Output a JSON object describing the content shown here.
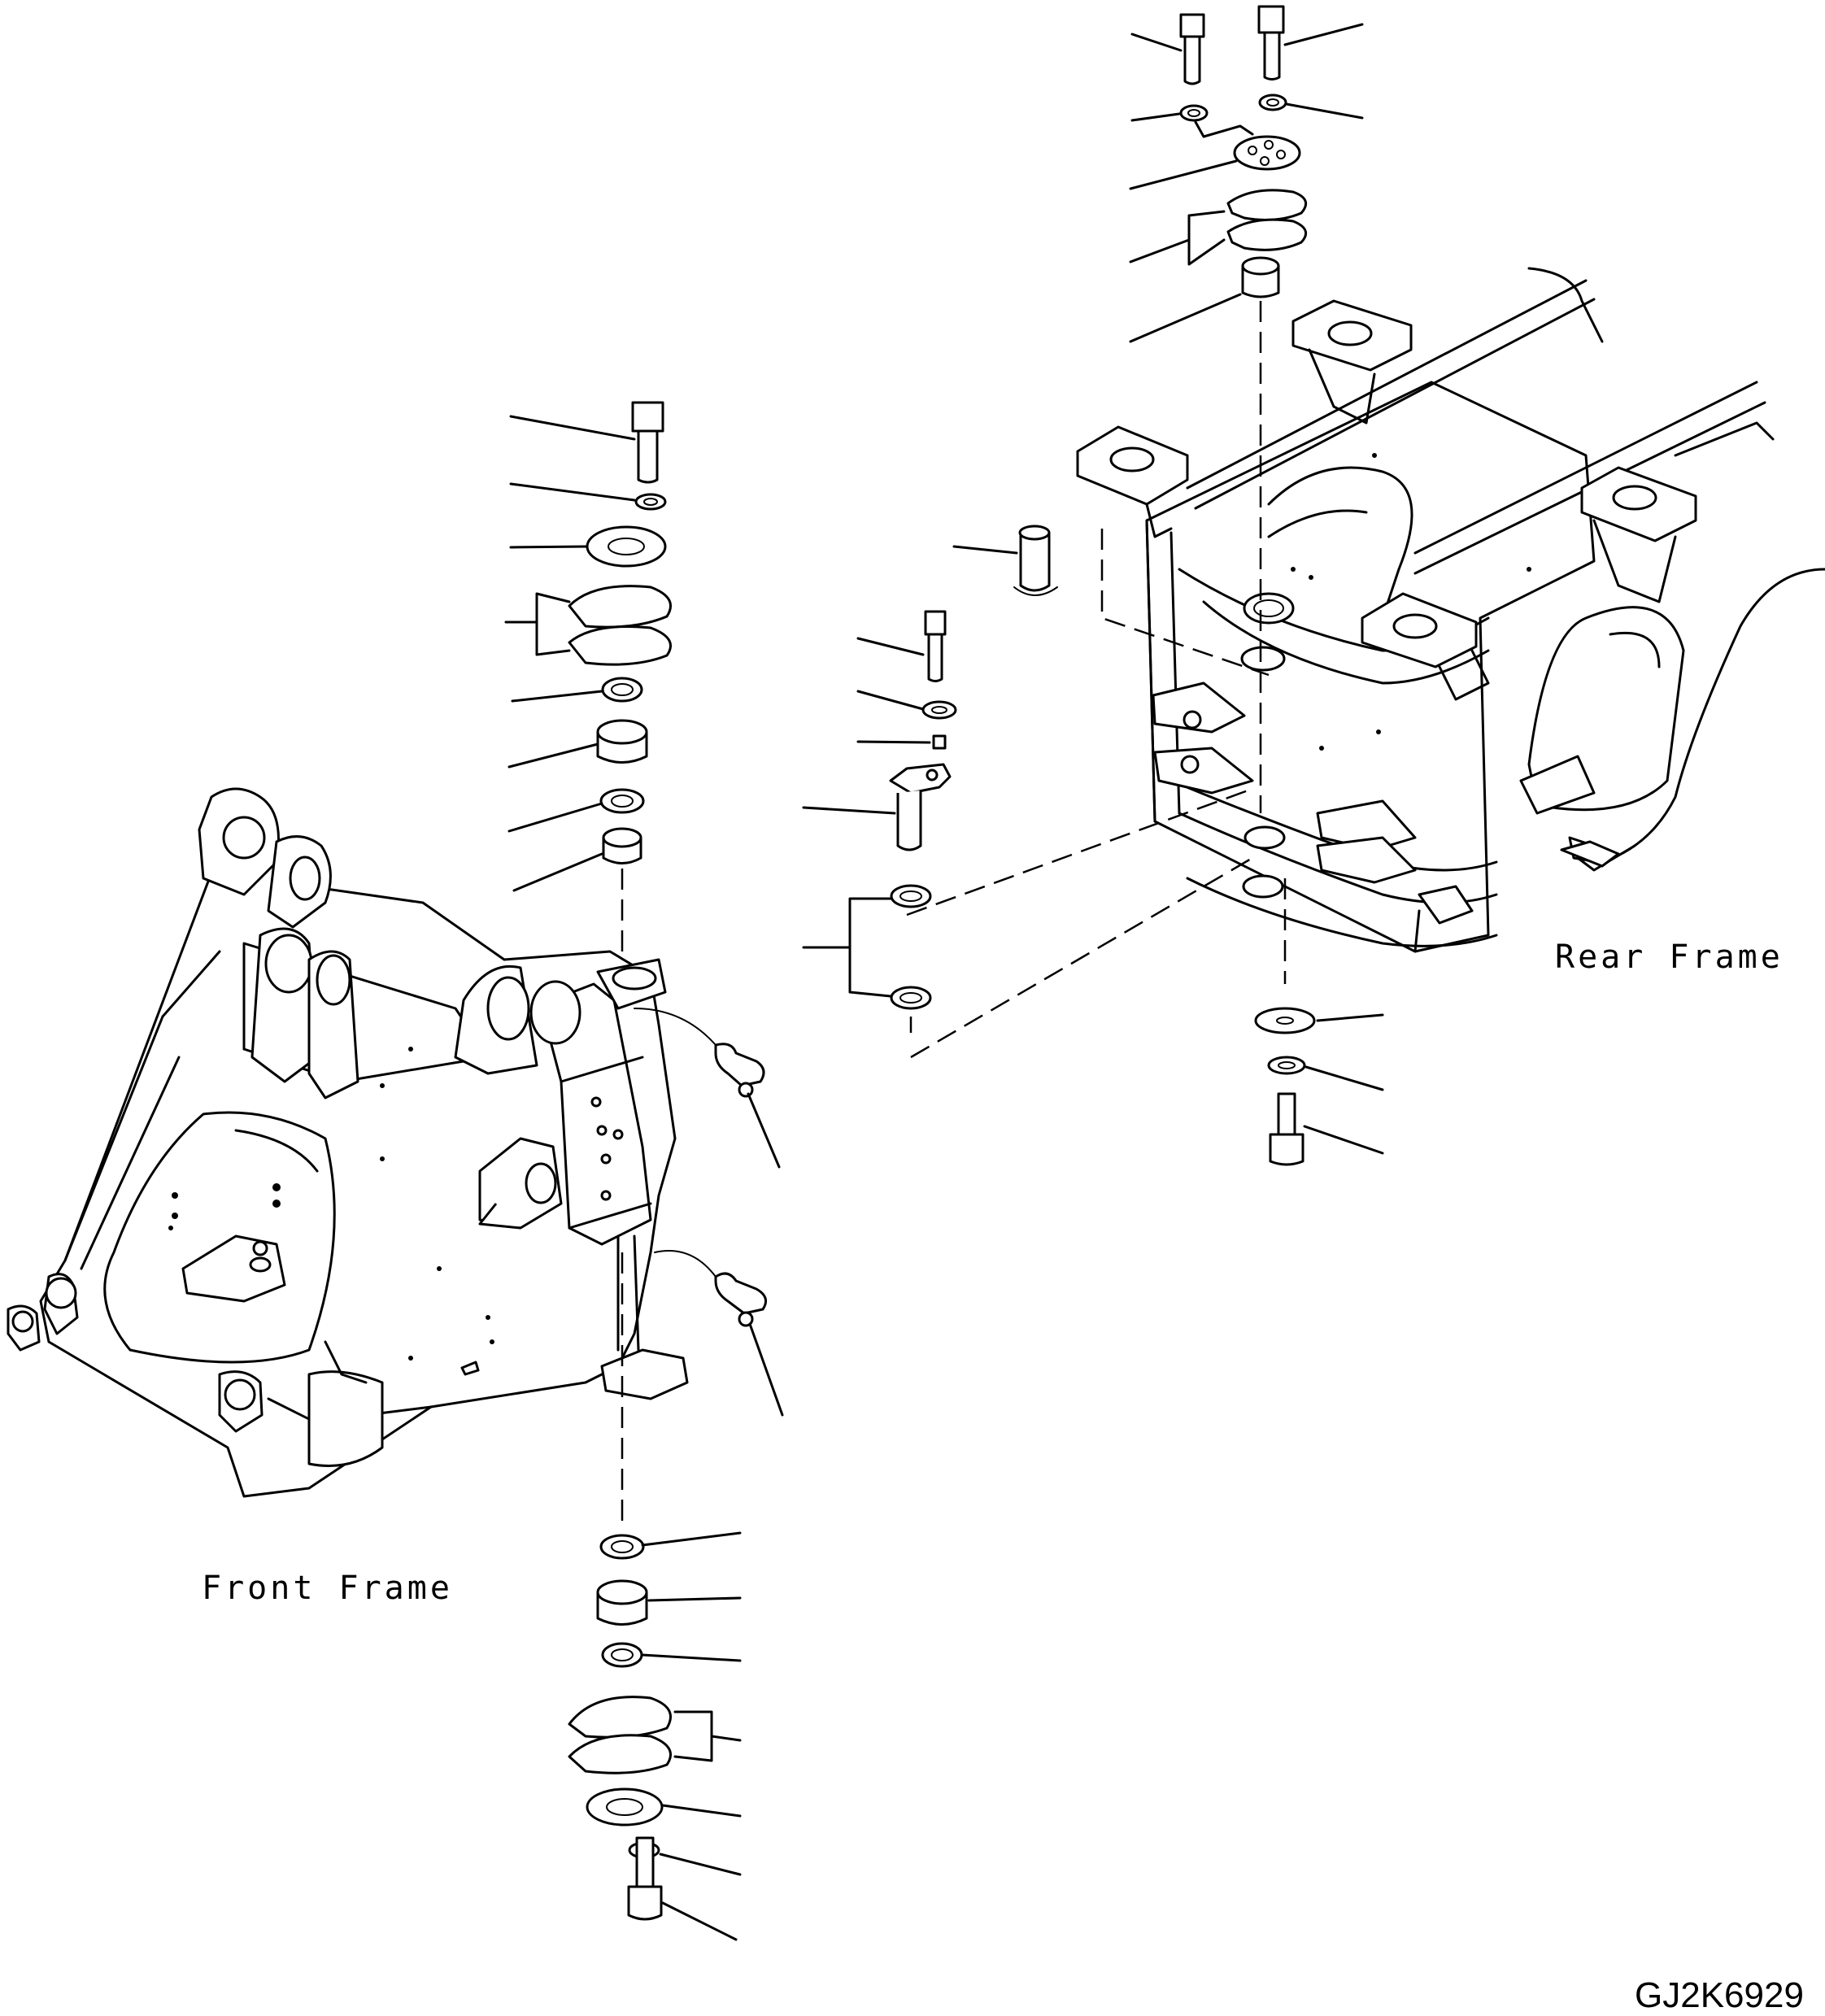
{
  "diagram": {
    "labels": {
      "rear_frame": "Rear Frame",
      "front_frame": "Front Frame"
    },
    "drawing_code": "GJ2K6929"
  },
  "colors": {
    "line": "#000000",
    "background": "#ffffff"
  }
}
